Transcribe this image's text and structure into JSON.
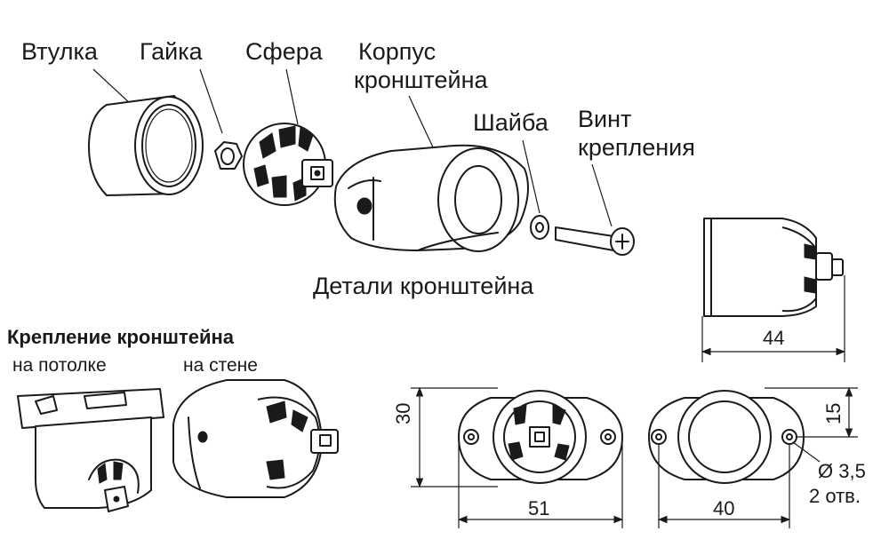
{
  "parts": {
    "sleeve": "Втулка",
    "nut": "Гайка",
    "sphere": "Сфера",
    "housing_line1": "Корпус",
    "housing_line2": "кронштейна",
    "washer": "Шайба",
    "screw_line1": "Винт",
    "screw_line2": "крепления"
  },
  "details_caption": "Детали кронштейна",
  "mounting": {
    "title": "Крепление кронштейна",
    "ceiling": "на потолке",
    "wall": "на стене"
  },
  "dimensions": {
    "side_length": "44",
    "front_height": "30",
    "front_width": "51",
    "hole_spacing": "40",
    "hole_offset": "15",
    "hole_diameter": "Ø 3,5",
    "hole_count": "2 отв."
  }
}
